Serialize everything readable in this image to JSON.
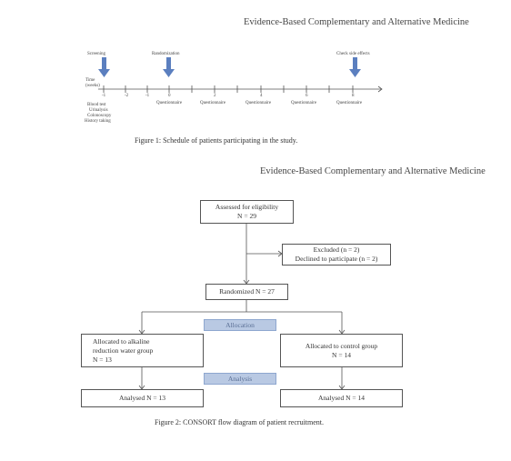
{
  "figure1": {
    "journal_header": "Evidence-Based Complementary and Alternative Medicine",
    "markers": [
      {
        "label": "Screening"
      },
      {
        "label": "Randomization"
      },
      {
        "label": "Check side effects"
      }
    ],
    "time_label_line1": "Time",
    "time_label_line2": "(weeks)",
    "ticks": [
      "-1",
      "-2",
      "-1",
      "0",
      "2",
      "4",
      "6",
      "8"
    ],
    "screening_tests": [
      "Blood test",
      "Urinalysis",
      "Colonoscopy",
      "History taking"
    ],
    "questionnaires": [
      "Questionnaire",
      "Questionnaire",
      "Questionnaire",
      "Questionnaire",
      "Questionnaire"
    ],
    "caption": "Figure 1: Schedule of patients participating in the study."
  },
  "figure2": {
    "journal_header": "Evidence-Based Complementary and Alternative Medicine",
    "assessed": {
      "line1": "Assessed for eligibility",
      "line2": "N = 29"
    },
    "excluded": {
      "line1": "Excluded (n = 2)",
      "line2": "Declined to participate (n = 2)"
    },
    "randomized": "Randomized N = 27",
    "allocation_label": "Allocation",
    "alkaline": {
      "line1": "Allocated to alkaline",
      "line2": "reduction water group",
      "line3": "N = 13"
    },
    "control": {
      "line1": "Allocated to control group",
      "line2": "N = 14"
    },
    "analysis_label": "Analysis",
    "analysed_left": "Analysed N = 13",
    "analysed_right": "Analysed N = 14",
    "caption": "Figure 2: CONSORT flow diagram of patient recruitment."
  },
  "colors": {
    "arrow_blue": "#5b7fbf",
    "stage_fill": "#b9c9e3",
    "stage_text": "#5a6f95"
  }
}
